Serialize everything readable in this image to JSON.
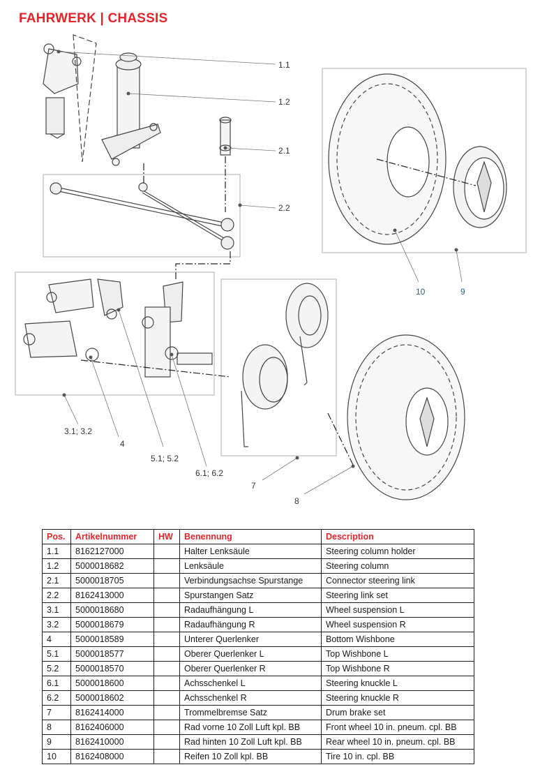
{
  "header": {
    "title": "FAHRWERK  |  CHASSIS"
  },
  "callouts": [
    {
      "id": "1.1",
      "label": "1.1"
    },
    {
      "id": "1.2",
      "label": "1.2"
    },
    {
      "id": "2.1",
      "label": "2.1"
    },
    {
      "id": "2.2",
      "label": "2.2"
    },
    {
      "id": "3",
      "label": "3.1; 3.2"
    },
    {
      "id": "4",
      "label": "4"
    },
    {
      "id": "5",
      "label": "5.1; 5.2"
    },
    {
      "id": "6",
      "label": "6.1; 6.2"
    },
    {
      "id": "7",
      "label": "7"
    },
    {
      "id": "8",
      "label": "8"
    },
    {
      "id": "9",
      "label": "9"
    },
    {
      "id": "10",
      "label": "10"
    }
  ],
  "table": {
    "headers": [
      "Pos.",
      "Artikelnummer",
      "HW",
      "Benennung",
      "Description"
    ],
    "rows": [
      [
        "1.1",
        "8162127000",
        "",
        "Halter Lenksäule",
        "Steering column holder"
      ],
      [
        "1.2",
        "5000018682",
        "",
        "Lenksäule",
        "Steering column"
      ],
      [
        "2.1",
        "5000018705",
        "",
        "Verbindungsachse Spurstange",
        "Connector steering link"
      ],
      [
        "2.2",
        "8162413000",
        "",
        "Spurstangen Satz",
        "Steering link set"
      ],
      [
        "3.1",
        "5000018680",
        "",
        "Radaufhängung L",
        "Wheel suspension L"
      ],
      [
        "3.2",
        "5000018679",
        "",
        "Radaufhängung R",
        "Wheel suspension R"
      ],
      [
        "4",
        "5000018589",
        "",
        "Unterer Querlenker",
        "Bottom Wishbone"
      ],
      [
        "5.1",
        "5000018577",
        "",
        "Oberer Querlenker L",
        "Top Wishbone L"
      ],
      [
        "5.2",
        "5000018570",
        "",
        "Oberer Querlenker R",
        "Top Wishbone R"
      ],
      [
        "6.1",
        "5000018600",
        "",
        "Achsschenkel L",
        "Steering knuckle L"
      ],
      [
        "6.2",
        "5000018602",
        "",
        "Achsschenkel R",
        "Steering knuckle R"
      ],
      [
        "7",
        "8162414000",
        "",
        "Trommelbremse Satz",
        "Drum brake set"
      ],
      [
        "8",
        "8162406000",
        "",
        "Rad vorne 10 Zoll Luft kpl. BB",
        "Front wheel 10 in. pneum. cpl. BB"
      ],
      [
        "9",
        "8162410000",
        "",
        "Rad hinten 10 Zoll Luft kpl. BB",
        "Rear wheel 10 in. pneum. cpl. BB"
      ],
      [
        "10",
        "8162408000",
        "",
        "Reifen 10 Zoll kpl. BB",
        "Tire 10 in. cpl. BB"
      ]
    ]
  },
  "colors": {
    "accent": "#e3262b",
    "line": "#555555",
    "frame": "#bbbbbb"
  }
}
